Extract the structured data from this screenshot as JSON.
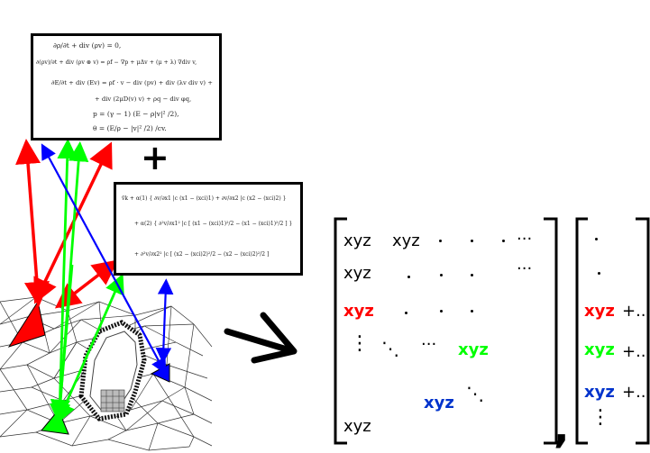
{
  "colors": {
    "red": "#ff0000",
    "green": "#00ff00",
    "blue": "#0000ff",
    "black": "#000000"
  },
  "equations_top": [
    "∂ρ/∂t + div (ρv) = 0,",
    "∂(ρv)/∂t + div (ρv ⊗ v) = ρf − ∇p + μΔv + (μ + λ) ∇div v,",
    "∂E/∂t + div (Ev) = ρf · v − div (pv) + div (λv div v) +",
    "+ div (2μD(v) v) + ρq − div φq,",
    "p = (γ − 1) (E − ρ|v|² /2),",
    "θ = (E/ρ − |v|² /2) /cv."
  ],
  "plus_sign": "+",
  "equations_mid": [
    "v̄k + α(1) { ∂v/∂x1 |c (x1 − (xci)1) + ∂v/∂x2 |c (x2 − (xci)2) }",
    "+ α(2) { ∂²v/∂x1² |c [ (x1 − (xci)1)²/2 − (x1 − (xci)1)²/2 ] }",
    "+ ∂²v/∂x2² |c [ (x2 − (xci)2)²/2 − (x2 − (xci)2)²/2 ]"
  ],
  "matrix": {
    "row1": [
      "xyz",
      "xyz"
    ],
    "row2": [
      "xyz"
    ],
    "row3": [
      "xyz"
    ],
    "row4_right": "xyz",
    "row5": "xyz",
    "last_row": "xyz",
    "ellipsis": "···",
    "vdots": "⋮",
    "ddots": "⋱"
  },
  "vector": {
    "red": "xyz",
    "green": "xyz",
    "blue": "xyz",
    "plus_tail": "+.."
  },
  "comma": ","
}
